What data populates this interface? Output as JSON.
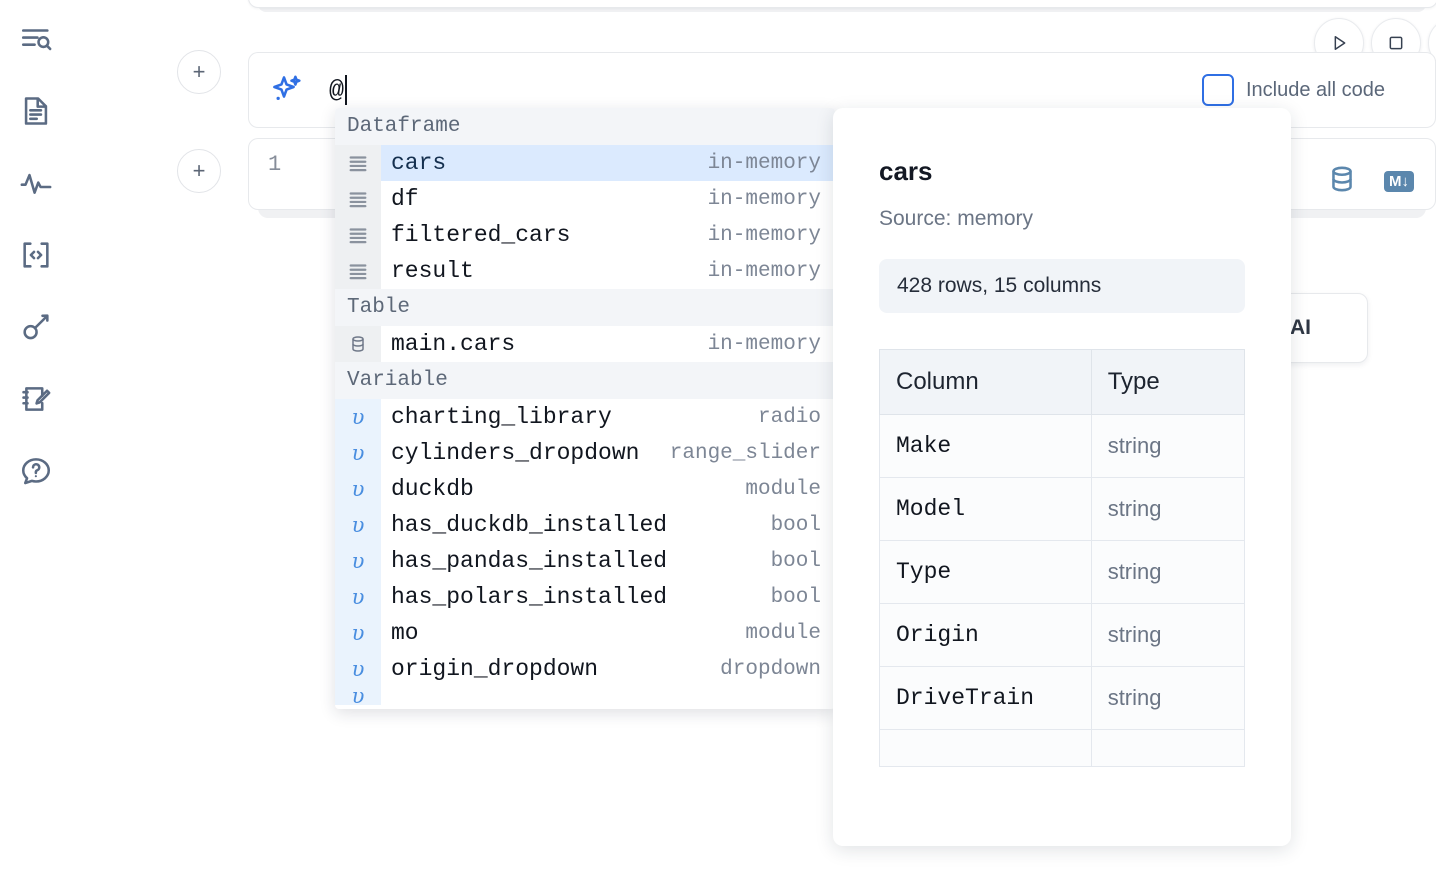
{
  "sidebar": {
    "items": [
      {
        "name": "explore-notebook-icon",
        "icon": "list-search-icon"
      },
      {
        "name": "file-icon",
        "icon": "document-text-icon"
      },
      {
        "name": "activity-icon",
        "icon": "pulse-icon"
      },
      {
        "name": "snippets-icon",
        "icon": "code-brackets-icon"
      },
      {
        "name": "secrets-icon",
        "icon": "key-icon"
      },
      {
        "name": "scratchpad-icon",
        "icon": "notebook-pencil-icon"
      },
      {
        "name": "help-icon",
        "icon": "question-chat-icon"
      }
    ]
  },
  "toolbar": {
    "run_label": "▷",
    "stop_label": "□",
    "add_cell_label": "+"
  },
  "ai_prompt": {
    "icon": "sparkle-icon",
    "value": "@",
    "include_all_code_label": "Include all code",
    "include_all_code_checked": false
  },
  "code_cell": {
    "line_number": "1",
    "database_icon": "database-icon",
    "markdown_badge": "M↓"
  },
  "with_ai_button": {
    "label": " AI"
  },
  "completion_menu": {
    "sections": [
      {
        "title": "Dataframe",
        "gutter_kind": "df",
        "items": [
          {
            "icon": "dataframe-icon",
            "name": "cars",
            "kind": "in-memory",
            "selected": true
          },
          {
            "icon": "dataframe-icon",
            "name": "df",
            "kind": "in-memory",
            "selected": false
          },
          {
            "icon": "dataframe-icon",
            "name": "filtered_cars",
            "kind": "in-memory",
            "selected": false
          },
          {
            "icon": "dataframe-icon",
            "name": "result",
            "kind": "in-memory",
            "selected": false
          }
        ]
      },
      {
        "title": "Table",
        "gutter_kind": "tbl",
        "items": [
          {
            "icon": "database-icon",
            "name": "main.cars",
            "kind": "in-memory",
            "selected": false
          }
        ]
      },
      {
        "title": "Variable",
        "gutter_kind": "var",
        "items": [
          {
            "icon": "variable-icon",
            "name": "charting_library",
            "kind": "radio",
            "selected": false
          },
          {
            "icon": "variable-icon",
            "name": "cylinders_dropdown",
            "kind": "range_slider",
            "selected": false
          },
          {
            "icon": "variable-icon",
            "name": "duckdb",
            "kind": "module",
            "selected": false
          },
          {
            "icon": "variable-icon",
            "name": "has_duckdb_installed",
            "kind": "bool",
            "selected": false
          },
          {
            "icon": "variable-icon",
            "name": "has_pandas_installed",
            "kind": "bool",
            "selected": false
          },
          {
            "icon": "variable-icon",
            "name": "has_polars_installed",
            "kind": "bool",
            "selected": false
          },
          {
            "icon": "variable-icon",
            "name": "mo",
            "kind": "module",
            "selected": false
          },
          {
            "icon": "variable-icon",
            "name": "origin_dropdown",
            "kind": "dropdown",
            "selected": false
          }
        ]
      }
    ]
  },
  "detail_panel": {
    "title": "cars",
    "source": "Source: memory",
    "shape": "428 rows, 15 columns",
    "columns_header": "Column",
    "type_header": "Type",
    "rows": [
      {
        "column": "Make",
        "type": "string"
      },
      {
        "column": "Model",
        "type": "string"
      },
      {
        "column": "Type",
        "type": "string"
      },
      {
        "column": "Origin",
        "type": "string"
      },
      {
        "column": "DriveTrain",
        "type": "string"
      }
    ]
  },
  "colors": {
    "accent_blue": "#2f6fe4",
    "selected_row_bg": "#dbeafe",
    "section_header_bg": "#f3f5f8",
    "variable_gutter_bg": "#eaf3fd",
    "toolbar_icon": "#5b87ad"
  }
}
